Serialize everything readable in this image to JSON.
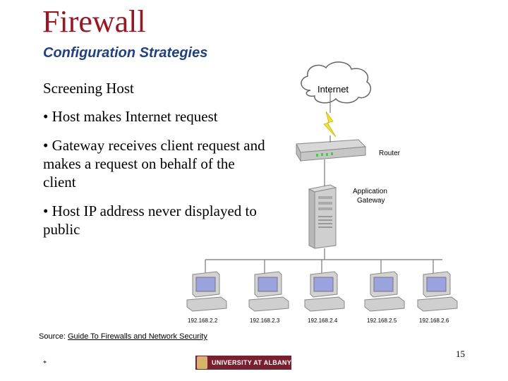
{
  "slide": {
    "title": "Firewall",
    "subtitle": "Configuration Strategies",
    "heading": "Screening Host",
    "bullets": [
      "• Host makes Internet request",
      "• Gateway receives client request and makes a request on behalf of the client",
      "• Host IP address never displayed to public"
    ],
    "source_prefix": "Source: ",
    "source_link": "Guide To Firewalls and Network Security",
    "page_number": "15",
    "footer_mark": "*",
    "logo_text": "UNIVERSITY AT ALBANY"
  },
  "diagram": {
    "internet_label": "Internet",
    "router_label": "Router",
    "gateway_label_line1": "Application",
    "gateway_label_line2": "Gateway",
    "hosts": [
      "192.168.2.2",
      "192.168.2.3",
      "192.168.2.4",
      "192.168.2.5",
      "192.168.2.6"
    ]
  }
}
